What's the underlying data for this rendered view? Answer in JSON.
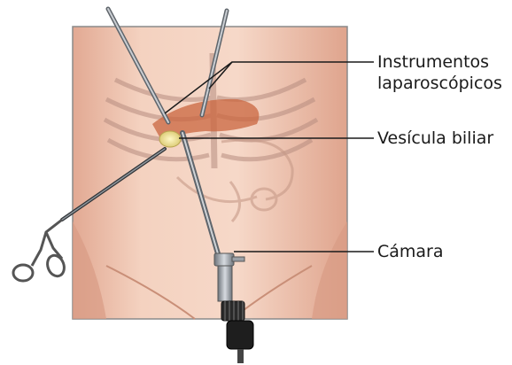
{
  "labels": {
    "instrumentos": "Instrumentos laparoscópicos",
    "vesicula": "Vesícula biliar",
    "camara": "Cámara"
  },
  "colors": {
    "skin_light": "#f4d2c0",
    "skin_mid": "#e9b8a2",
    "skin_shadow": "#c98f78",
    "border": "#8a8a8a",
    "gallbladder": "#f2e6a0",
    "liver": "#c9663f",
    "instrument_metal": "#9aa0a6",
    "instrument_dark": "#2a2a2a",
    "leader_line": "#1a1a1a"
  }
}
